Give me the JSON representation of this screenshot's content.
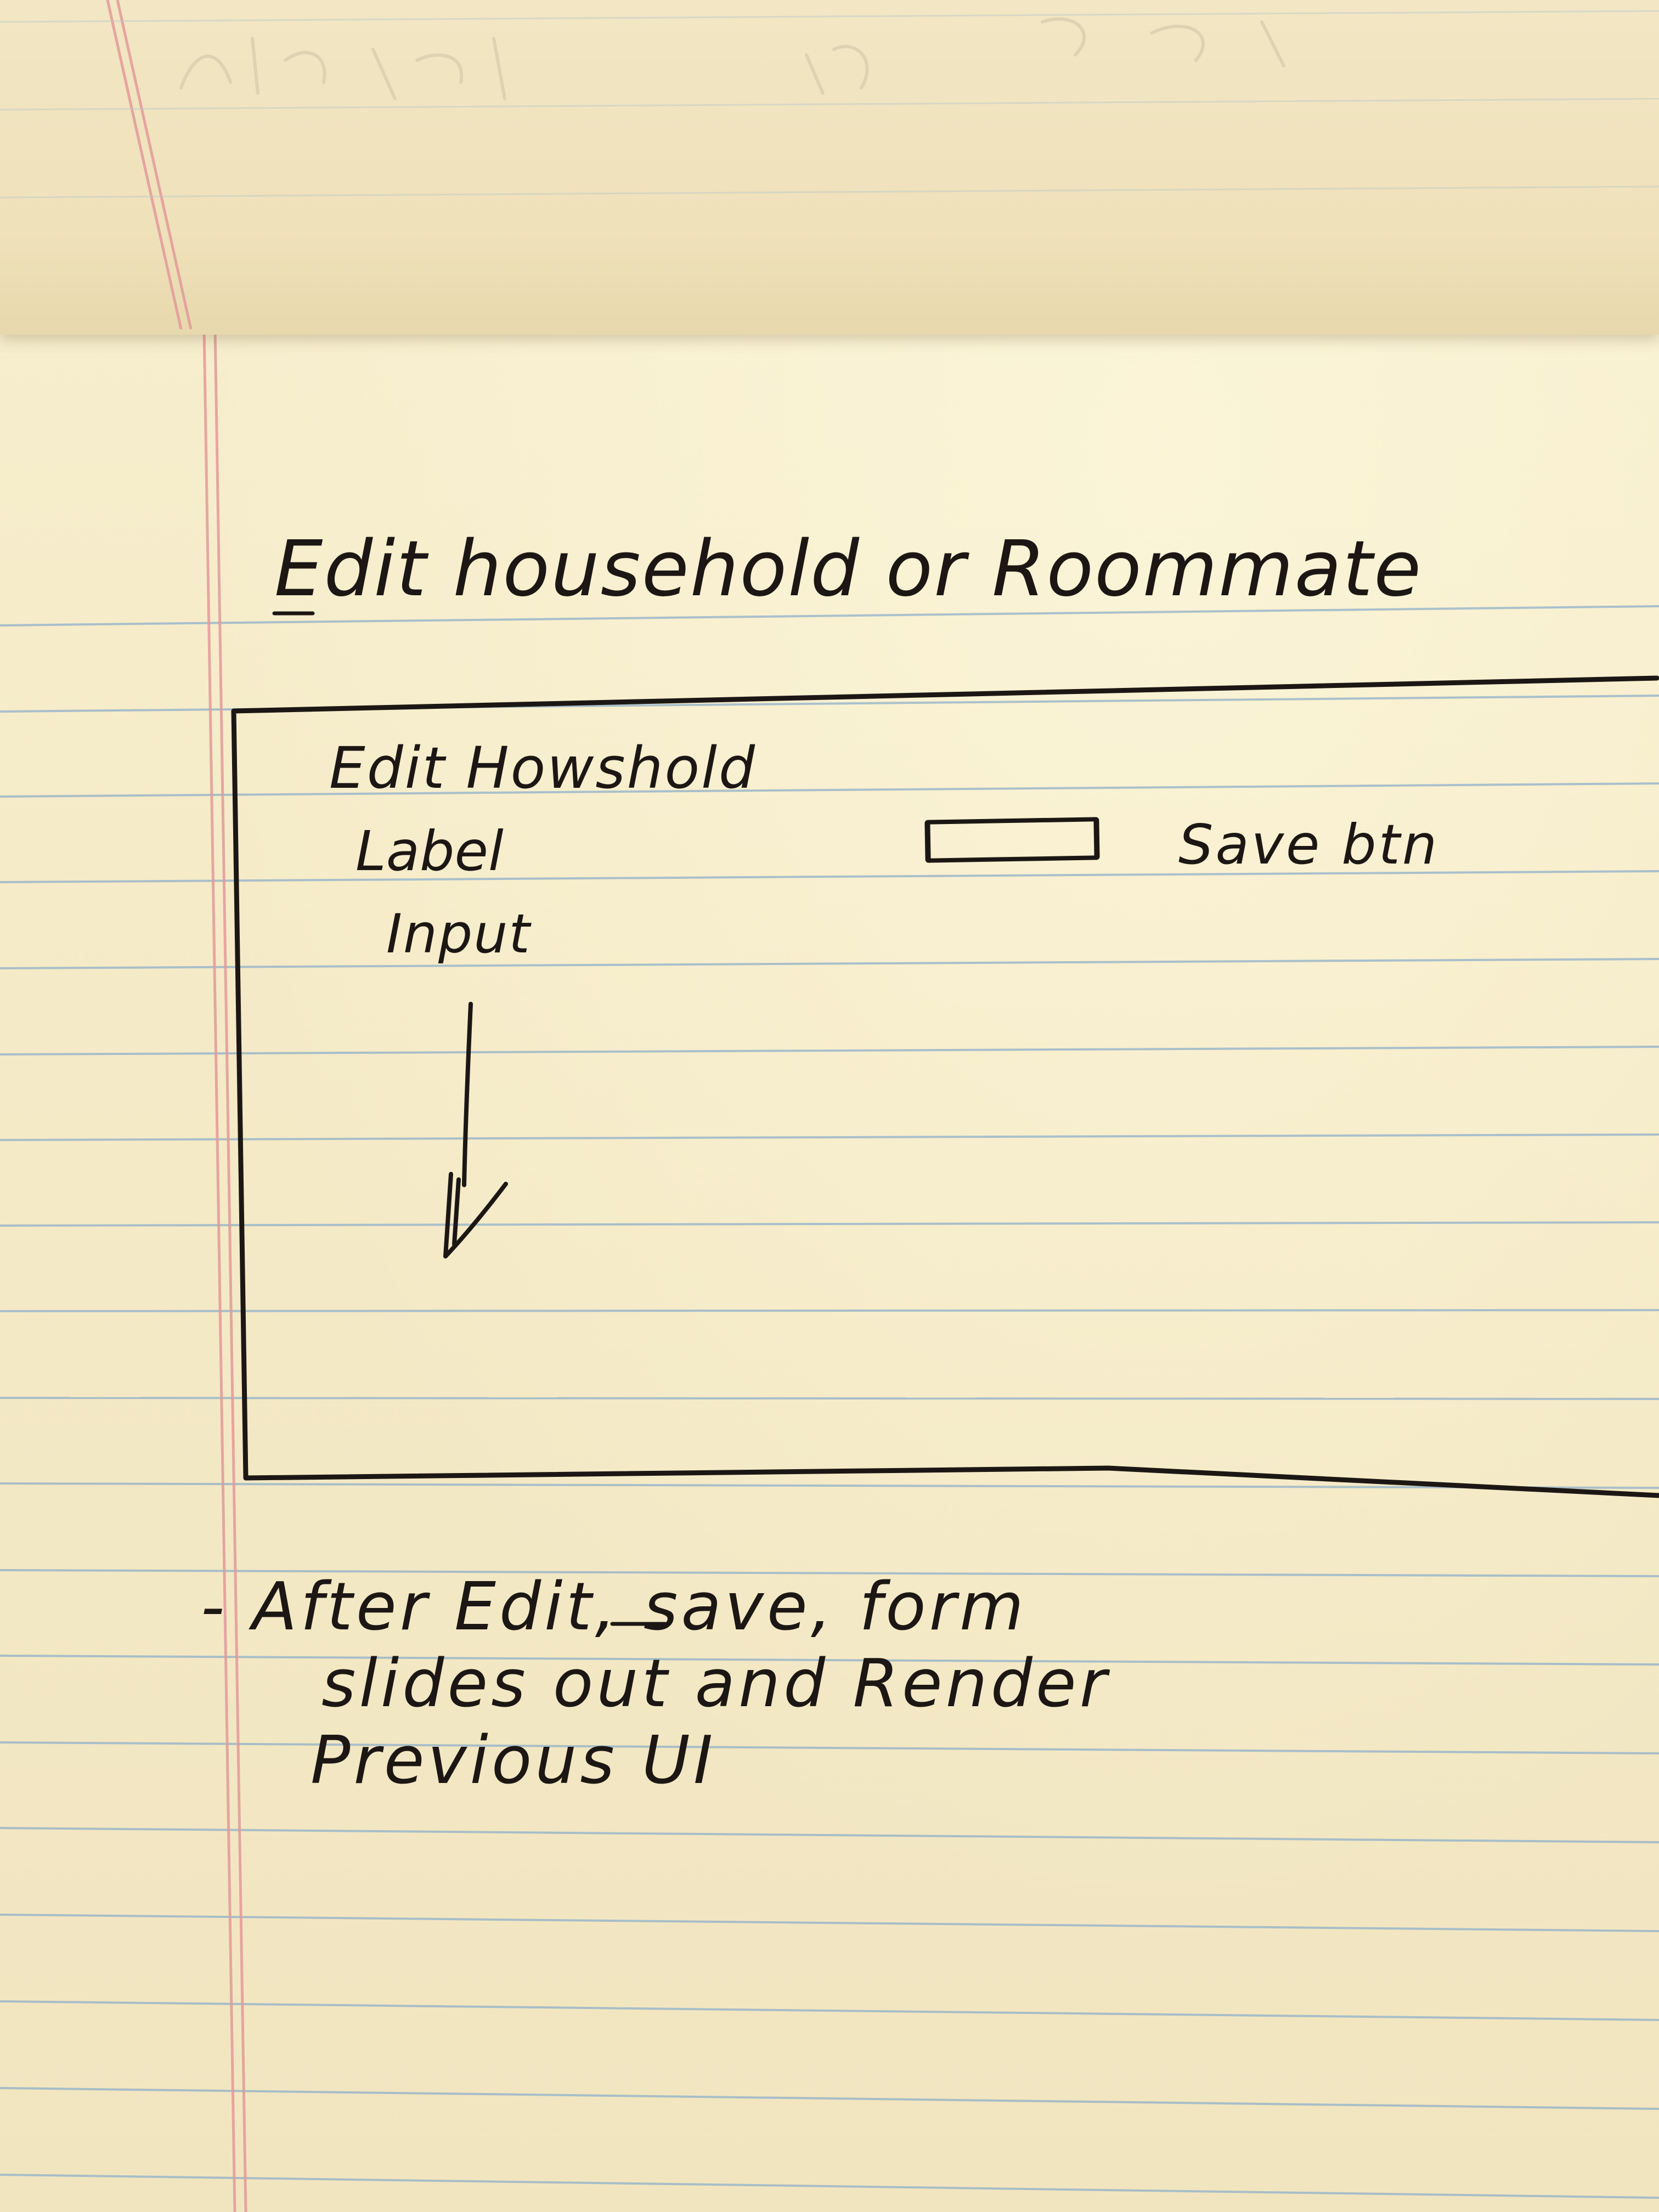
{
  "sketch": {
    "title": "Edit household or Roommate",
    "form": {
      "title": "Edit Howshold",
      "label": "Label",
      "input": "Input",
      "save_label": "Save btn"
    },
    "note": {
      "line1": "- After Edit, save, form",
      "line2": "slides out and Render",
      "line3": "Previous UI"
    }
  },
  "colors": {
    "paper": "#f6ecc8",
    "rule_line": "#8fb0c8",
    "margin_line": "#e39a9a",
    "ink": "#1c1714"
  },
  "icons": {
    "down_arrow": "down-arrow-icon"
  }
}
